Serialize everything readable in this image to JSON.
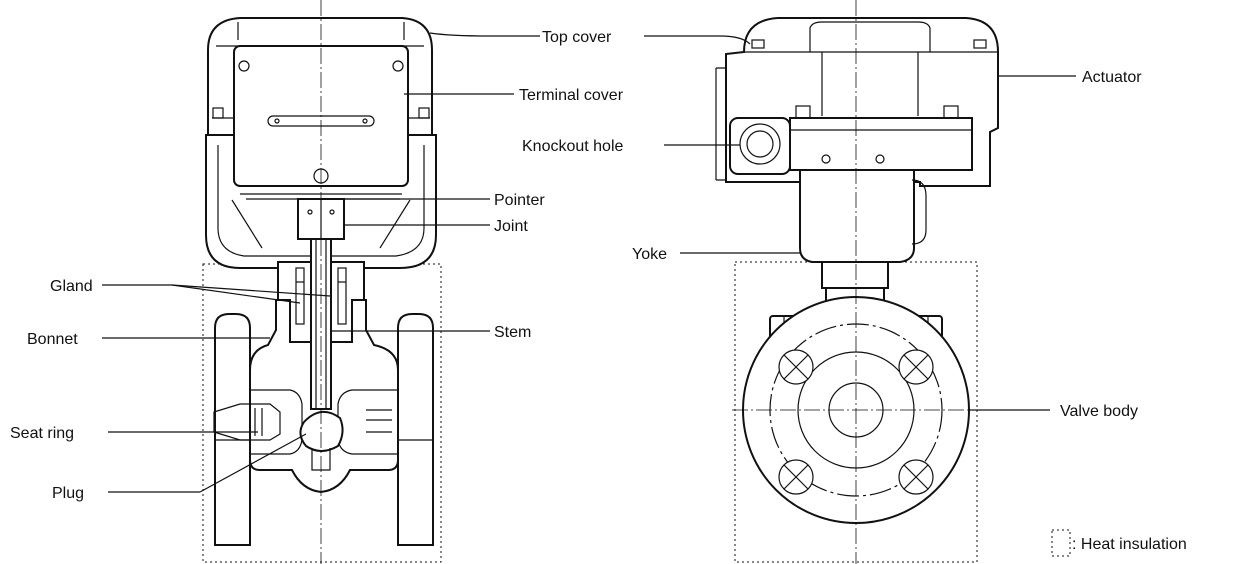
{
  "labels": {
    "top_cover": "Top cover",
    "terminal_cover": "Terminal cover",
    "pointer": "Pointer",
    "joint": "Joint",
    "gland": "Gland",
    "bonnet": "Bonnet",
    "stem": "Stem",
    "seat_ring": "Seat ring",
    "plug": "Plug",
    "actuator": "Actuator",
    "knockout_hole": "Knockout hole",
    "yoke": "Yoke",
    "valve_body": "Valve body"
  },
  "legend": {
    "heat_insulation": ": Heat insulation"
  }
}
